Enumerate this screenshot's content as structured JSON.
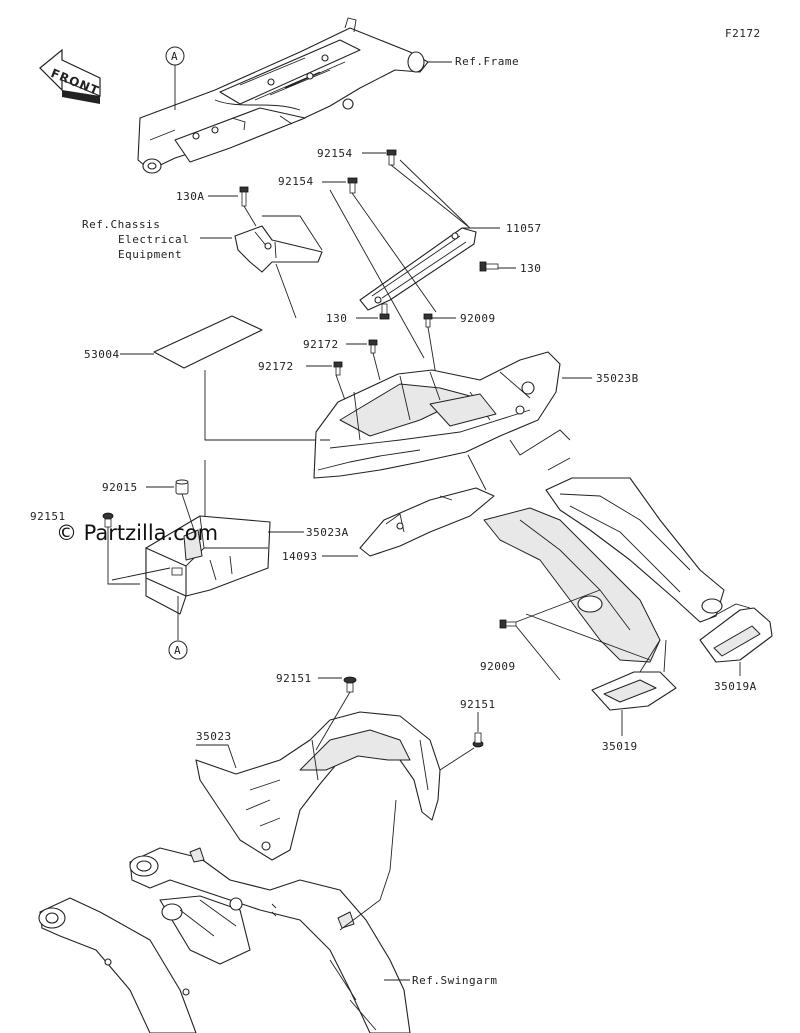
{
  "figure_code": "F2172",
  "watermark": "© Partzilla.com",
  "front_label": "FRONT",
  "ref_labels": {
    "frame": "Ref.Frame",
    "chassis_1": "Ref.Chassis",
    "chassis_2": "Electrical",
    "chassis_3": "Equipment",
    "swingarm": "Ref.Swingarm"
  },
  "callouts": {
    "a_top": "A",
    "a_bottom": "A"
  },
  "parts": [
    {
      "id": "p92154a",
      "number": "92154"
    },
    {
      "id": "p92154b",
      "number": "92154"
    },
    {
      "id": "p130a",
      "number": "130A"
    },
    {
      "id": "p11057",
      "number": "11057"
    },
    {
      "id": "p130r",
      "number": "130"
    },
    {
      "id": "p130l",
      "number": "130"
    },
    {
      "id": "p92009a",
      "number": "92009"
    },
    {
      "id": "p53004",
      "number": "53004"
    },
    {
      "id": "p92172a",
      "number": "92172"
    },
    {
      "id": "p92172b",
      "number": "92172"
    },
    {
      "id": "p35023B",
      "number": "35023B"
    },
    {
      "id": "p92015",
      "number": "92015"
    },
    {
      "id": "p92151a",
      "number": "92151"
    },
    {
      "id": "p35023A",
      "number": "35023A"
    },
    {
      "id": "p14093",
      "number": "14093"
    },
    {
      "id": "p92009b",
      "number": "92009"
    },
    {
      "id": "p35019A",
      "number": "35019A"
    },
    {
      "id": "p92151b",
      "number": "92151"
    },
    {
      "id": "p92151c",
      "number": "92151"
    },
    {
      "id": "p35023",
      "number": "35023"
    },
    {
      "id": "p35019",
      "number": "35019"
    }
  ]
}
